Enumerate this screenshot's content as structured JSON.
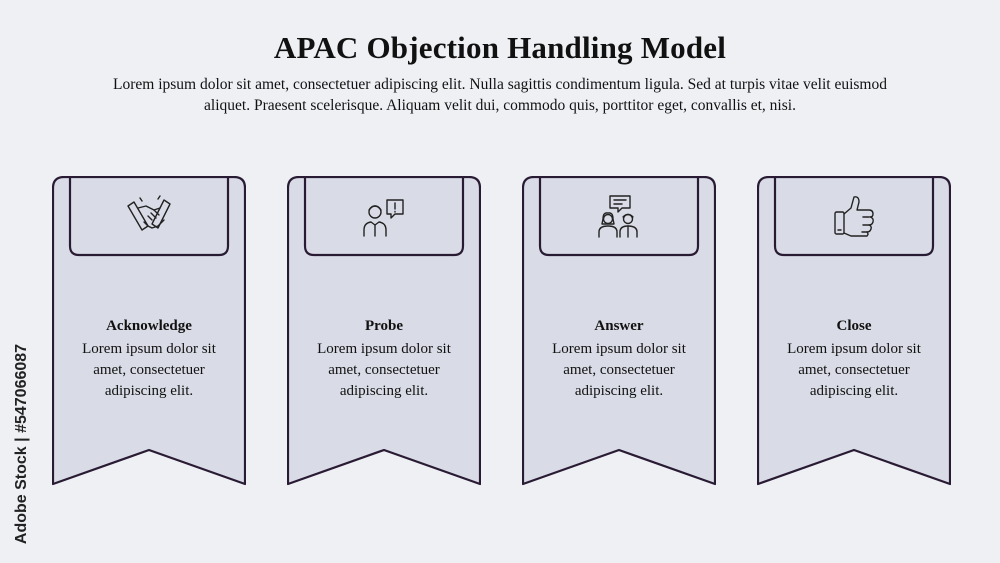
{
  "title": "APAC Objection Handling Model",
  "subtitle": "Lorem ipsum dolor sit amet, consectetuer adipiscing elit. Nulla sagittis condimentum ligula. Sed at turpis vitae velit euismod aliquet. Praesent scelerisque. Aliquam velit dui, commodo quis, porttitor eget, convallis et, nisi.",
  "colors": {
    "background": "#eef0f4",
    "card_fill": "#d9dce6",
    "outline": "#2a1b34",
    "text": "#111111"
  },
  "steps": [
    {
      "icon": "handshake-icon",
      "label": "Acknowledge",
      "description": "Lorem ipsum dolor sit amet, consectetuer adipiscing elit."
    },
    {
      "icon": "person-exclamation-icon",
      "label": "Probe",
      "description": "Lorem ipsum dolor sit amet, consectetuer adipiscing elit."
    },
    {
      "icon": "conversation-icon",
      "label": "Answer",
      "description": "Lorem ipsum dolor sit amet, consectetuer adipiscing elit."
    },
    {
      "icon": "thumbs-up-icon",
      "label": "Close",
      "description": "Lorem ipsum dolor sit amet, consectetuer adipiscing elit."
    }
  ],
  "watermark": "Adobe Stock | #547066087"
}
